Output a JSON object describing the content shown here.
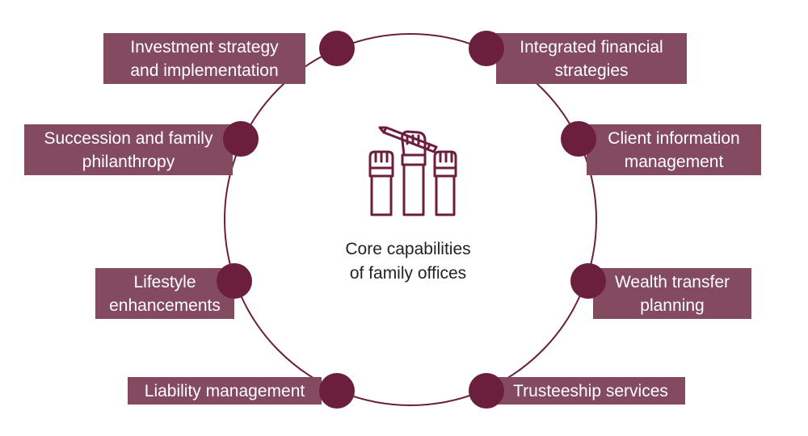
{
  "center": {
    "title": "Core capabilities\nof family offices",
    "icon": "raised-hands-with-pencil-icon"
  },
  "colors": {
    "ring": "#6b1f3d",
    "dot": "#6b1f3d",
    "label_bg": "#844a5f",
    "label_text": "#ffffff",
    "center_text": "#222222"
  },
  "capabilities_left": [
    {
      "label": "Investment strategy\nand implementation"
    },
    {
      "label": "Succession and family\nphilanthropy"
    },
    {
      "label": "Lifestyle\nenhancements"
    },
    {
      "label": "Liability management"
    }
  ],
  "capabilities_right": [
    {
      "label": "Integrated financial\nstrategies"
    },
    {
      "label": "Client information\nmanagement"
    },
    {
      "label": "Wealth transfer\nplanning"
    },
    {
      "label": "Trusteeship services"
    }
  ]
}
